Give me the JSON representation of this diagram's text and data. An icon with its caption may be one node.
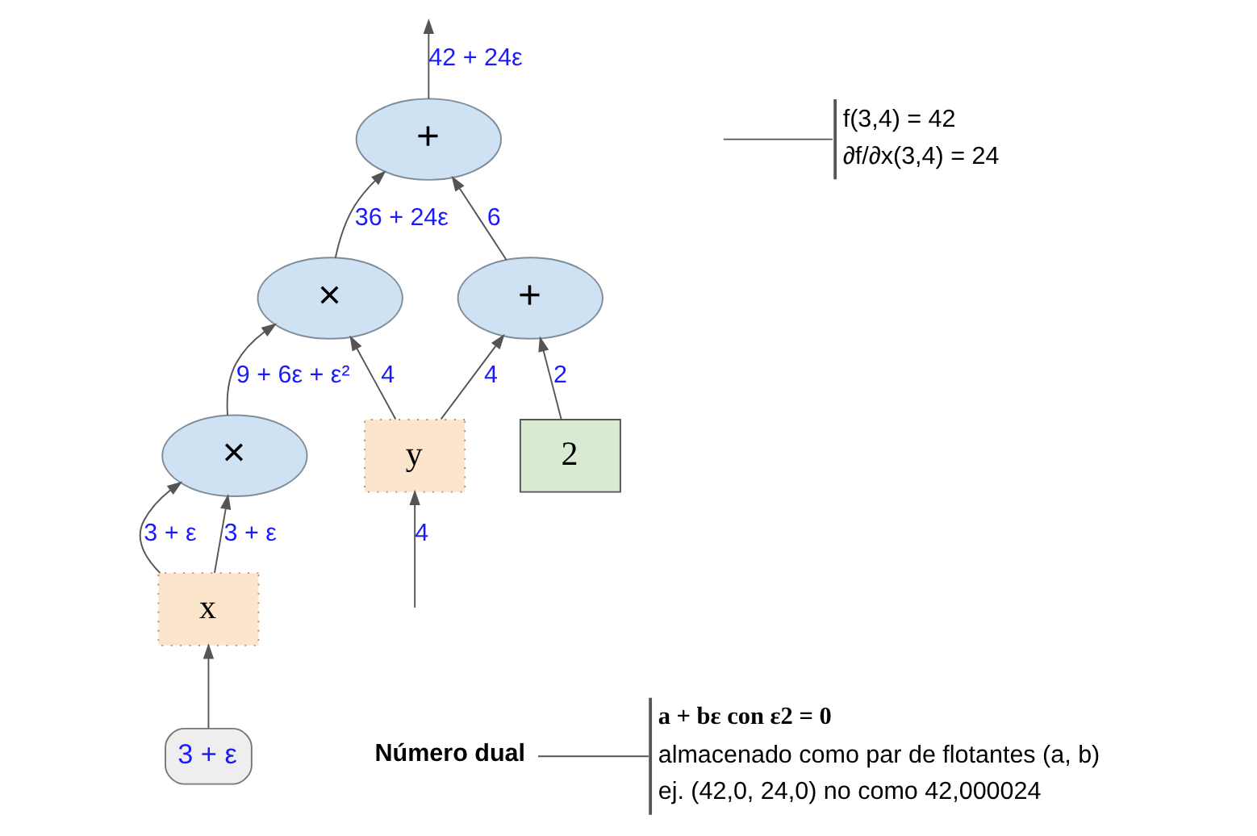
{
  "diagram": {
    "nodes": [
      {
        "text": [
          "+"
        ]
      },
      {
        "text": [
          "×"
        ]
      },
      {
        "text": [
          "+"
        ]
      },
      {
        "text": [
          "×"
        ]
      },
      {
        "text": [
          "y"
        ]
      },
      {
        "text": [
          "2"
        ]
      },
      {
        "text": [
          "x"
        ]
      },
      {
        "text": [
          "3 + ε"
        ]
      },
      {
        "text": [
          "a + bε con ε2 = 0",
          "almacenado como par de flotantes (a, b)",
          "ej. (42,0, 24,0) no como 42,000024"
        ]
      },
      {
        "text": [
          "Número dual"
        ]
      },
      {
        "text": [
          "f(3,4) = 42",
          "∂f/∂x(3,4) = 24"
        ]
      }
    ],
    "edges": [
      {
        "from": 0,
        "to": null,
        "arrow": "to",
        "label": "42 + 24ε"
      },
      {
        "from": 1,
        "to": 0,
        "arrow": "to",
        "label": "36 + 24ε"
      },
      {
        "from": 2,
        "to": 0,
        "arrow": "to",
        "label": "6"
      },
      {
        "from": 3,
        "to": 1,
        "arrow": "to",
        "label": "9 + 6ε + ε²"
      },
      {
        "from": 4,
        "to": 1,
        "arrow": "to",
        "label": "4"
      },
      {
        "from": 4,
        "to": 2,
        "arrow": "to",
        "label": "4"
      },
      {
        "from": 5,
        "to": 2,
        "arrow": "to",
        "label": "2"
      },
      {
        "from": 6,
        "to": 3,
        "arrow": "to",
        "label": "3 + ε"
      },
      {
        "from": 6,
        "to": 3,
        "arrow": "to",
        "label": "3 + ε"
      },
      {
        "from": 7,
        "to": 6,
        "arrow": "to"
      },
      {
        "from": null,
        "to": 4,
        "arrow": "to",
        "label": "4"
      },
      {
        "from": 9,
        "to": 8,
        "arrow": "none"
      },
      {
        "from": null,
        "to": 10,
        "arrow": "none"
      }
    ]
  }
}
